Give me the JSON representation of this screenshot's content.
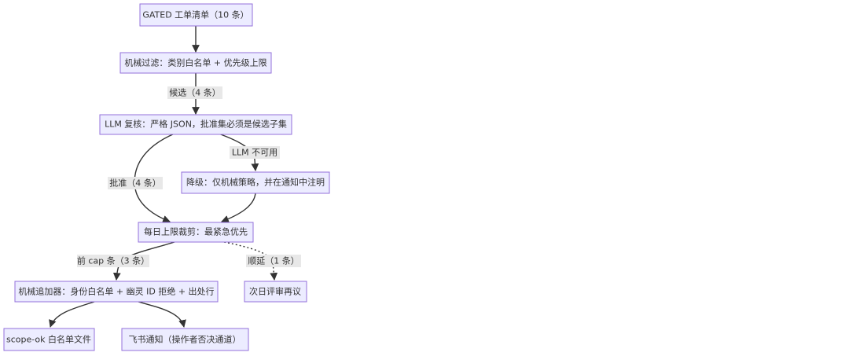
{
  "nodes": {
    "gated_list": "GATED 工单清单（10 条）",
    "mech_filter": "机械过滤：类别白名单 + 优先级上限",
    "llm_review": "LLM 复核：严格 JSON，批准集必须是候选子集",
    "downgrade": "降级：仅机械策略，并在通知中注明",
    "daily_cap": "每日上限裁剪：最紧急优先",
    "next_day": "次日评审再议",
    "mech_append": "机械追加器：身份白名单 + 幽灵 ID 拒绝 + 出处行",
    "scope_file": "scope-ok 白名单文件",
    "feishu": "飞书通知（操作者否决通道）"
  },
  "edges": {
    "candidates": "候选（4 条）",
    "approved": "批准（4 条）",
    "llm_unavailable": "LLM 不可用",
    "top_cap": "前 cap 条（3 条）",
    "deferred": "顺延（1 条）"
  }
}
